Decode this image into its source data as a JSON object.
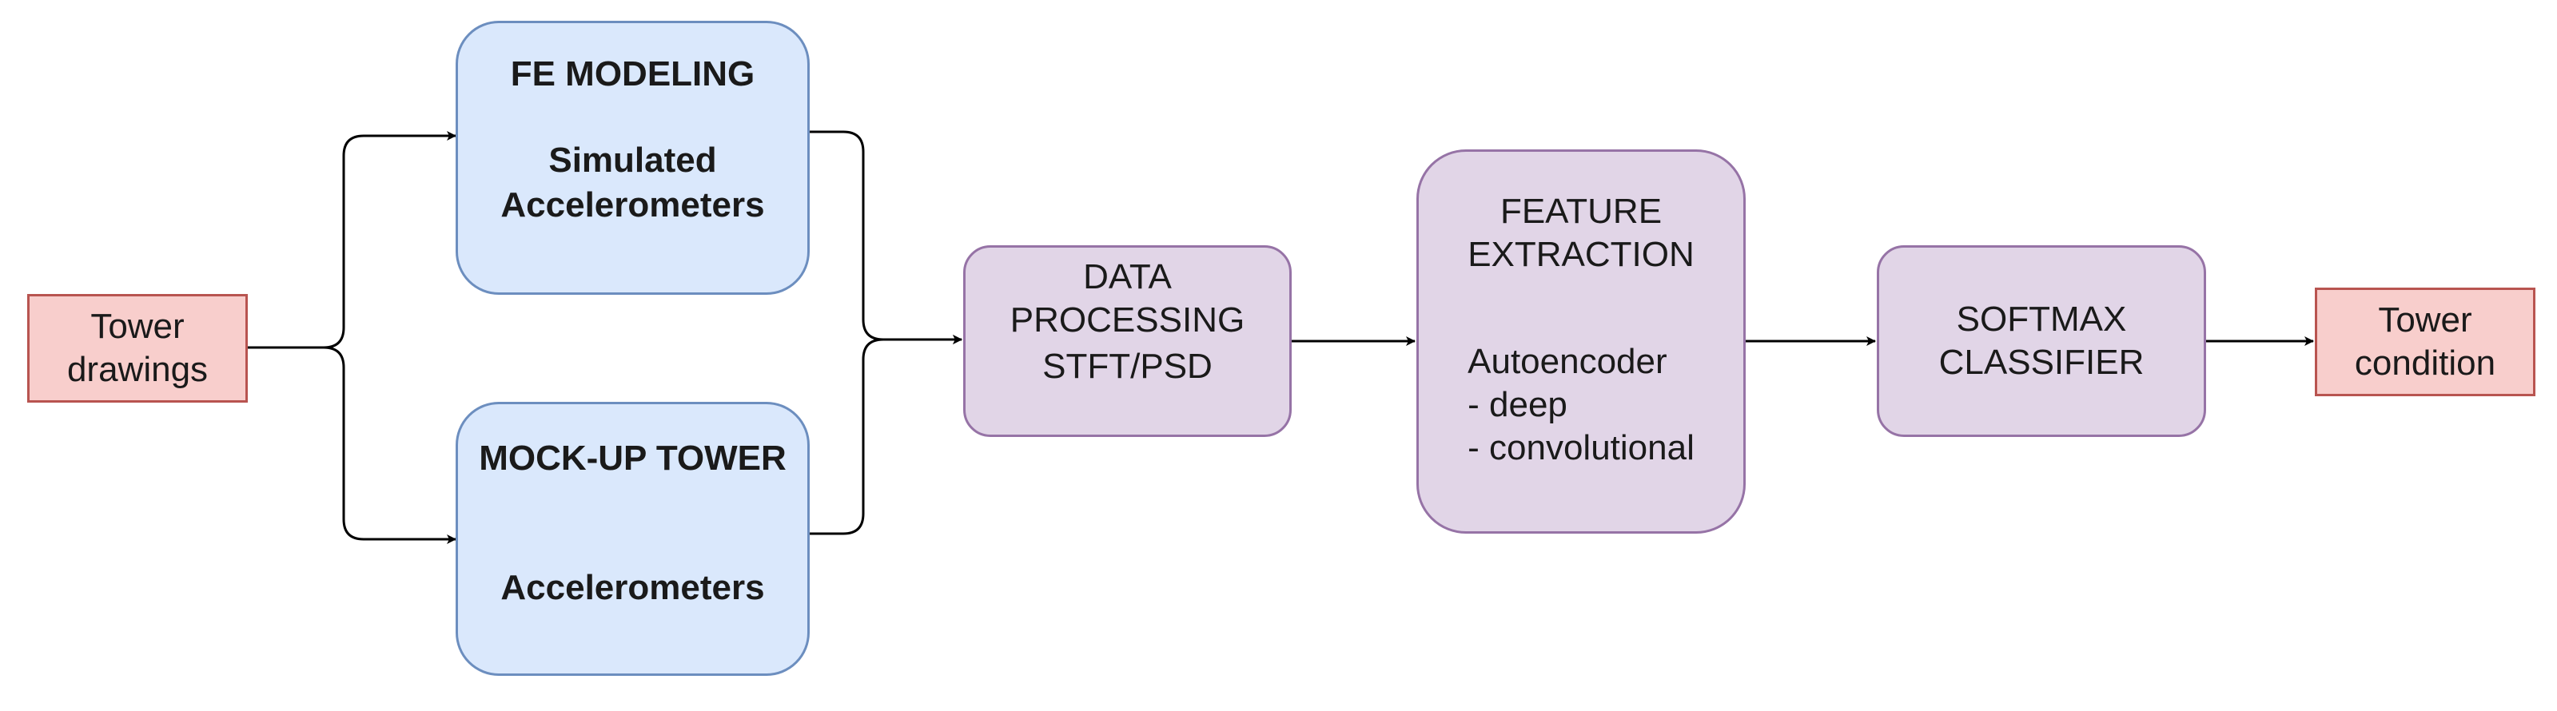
{
  "diagram": {
    "tower_drawings": [
      "Tower",
      "drawings"
    ],
    "fe_modeling": {
      "title": "FE MODELING",
      "subtitle": [
        "Simulated",
        "Accelerometers"
      ]
    },
    "mockup_tower": {
      "title": "MOCK-UP TOWER",
      "subtitle": "Accelerometers"
    },
    "data_processing": {
      "title": [
        "DATA",
        "PROCESSING"
      ],
      "subtitle": "STFT/PSD"
    },
    "feature_extraction": {
      "title": [
        "FEATURE",
        "EXTRACTION"
      ],
      "method": "Autoencoder",
      "variants": [
        "- deep",
        "- convolutional"
      ]
    },
    "softmax": [
      "SOFTMAX",
      "CLASSIFIER"
    ],
    "tower_condition": [
      "Tower",
      "condition"
    ],
    "colors": {
      "input_output_fill": "#f8cecc",
      "input_output_stroke": "#b85450",
      "source_fill": "#dae8fc",
      "source_stroke": "#6c8ebf",
      "process_fill": "#e1d5e7",
      "process_stroke": "#9673a6",
      "edge": "#000000"
    }
  }
}
